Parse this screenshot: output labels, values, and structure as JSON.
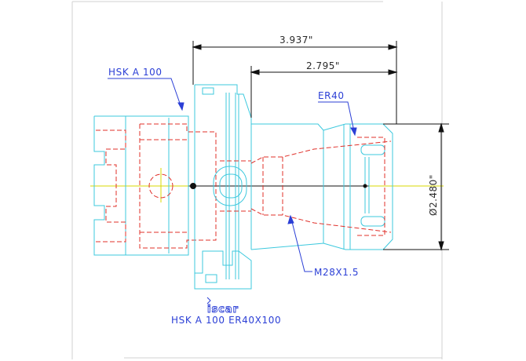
{
  "drawing": {
    "dimensions": {
      "overall_length": "3.937\"",
      "body_length": "2.795\"",
      "diameter": "Ø2.480\""
    },
    "labels": {
      "shank": "HSK A 100",
      "collet": "ER40",
      "thread": "M28X1.5",
      "part_number": "HSK A 100 ER40X100",
      "logo_text": "iscar"
    },
    "colors": {
      "cyan": "#3ec9de",
      "red": "#e0302a",
      "blue": "#2b3fd6",
      "black": "#111111",
      "yellow": "#d8d800",
      "gray": "#d0d0d0"
    }
  }
}
